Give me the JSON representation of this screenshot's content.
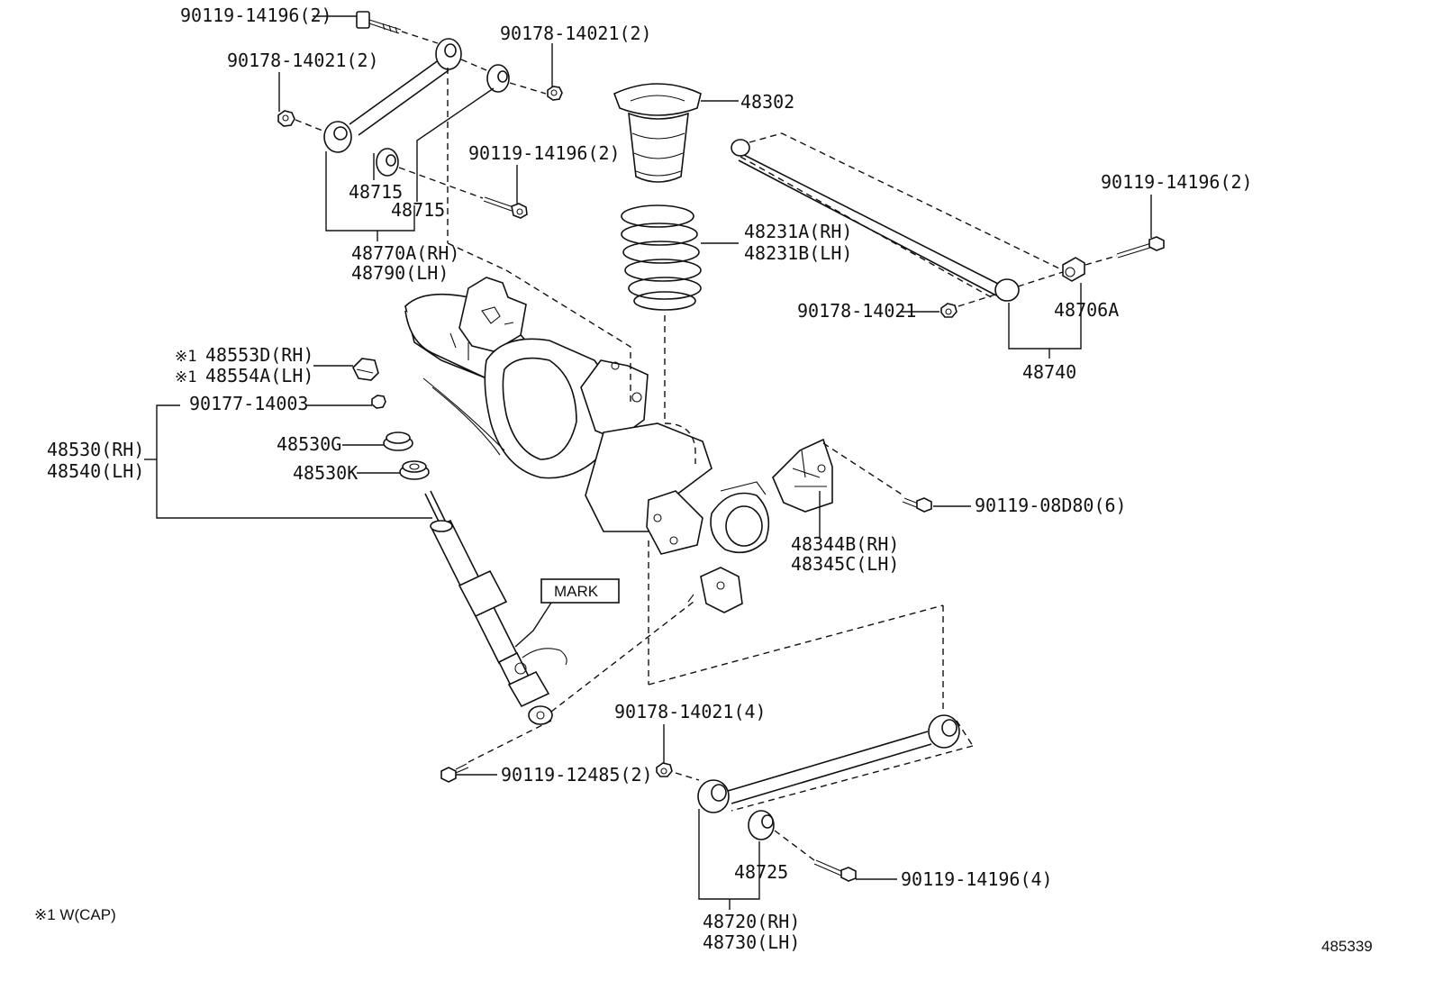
{
  "labels": {
    "bolt_ua_top": "90119-14196(2)",
    "nut_ua_right": "90178-14021(2)",
    "nut_ua_left": "90178-14021(2)",
    "bolt_ua_mid": "90119-14196(2)",
    "bushing_ua_a": "48715",
    "bushing_ua_b": "48715",
    "upper_arm_rh": "48770A(RH)",
    "upper_arm_lh": "48790(LH)",
    "spring_insulator": "48302",
    "coil_spring_rh": "48231A(RH)",
    "coil_spring_lh": "48231B(LH)",
    "bolt_lat_rod": "90119-14196(2)",
    "nut_lat_rod": "90178-14021",
    "bushing_lat_rod": "48706A",
    "lateral_rod": "48740",
    "cap_rh": "48553D(RH)",
    "cap_lh": "48554A(LH)",
    "cap_mark_rh": "※1",
    "cap_mark_lh": "※1",
    "nut_absorber_top": "90177-14003",
    "absorber_rh": "48530(RH)",
    "absorber_lh": "48540(LH)",
    "cushion_g": "48530G",
    "cushion_k": "48530K",
    "bolt_bracket": "90119-08D80(6)",
    "bracket_rh": "48344B(RH)",
    "bracket_lh": "48345C(LH)",
    "mark": "MARK",
    "bolt_absorber_bottom": "90119-12485(2)",
    "nut_lower_arm": "90178-14021(4)",
    "bolt_lower_arm": "90119-14196(4)",
    "bushing_lower_arm": "48725",
    "lower_arm_rh": "48720(RH)",
    "lower_arm_lh": "48730(LH)",
    "footnote": "※1 W(CAP)",
    "illustration_no": "485339"
  }
}
